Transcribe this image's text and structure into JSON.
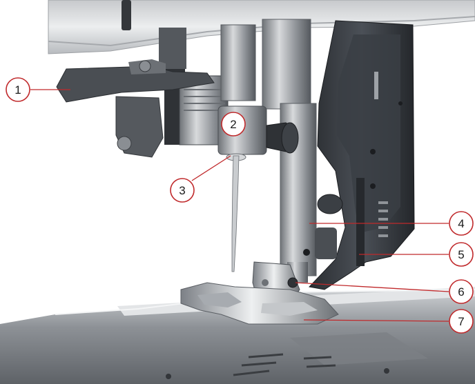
{
  "callouts": [
    {
      "number": "1"
    },
    {
      "number": "2"
    },
    {
      "number": "3"
    },
    {
      "number": "4"
    },
    {
      "number": "5"
    },
    {
      "number": "6"
    },
    {
      "number": "7"
    }
  ],
  "colors": {
    "callout_stroke": "#c0292b",
    "machine_body": "#d9dbdd",
    "metal_dark": "#3b3f44",
    "needle_plate": "#9a9ea3"
  }
}
